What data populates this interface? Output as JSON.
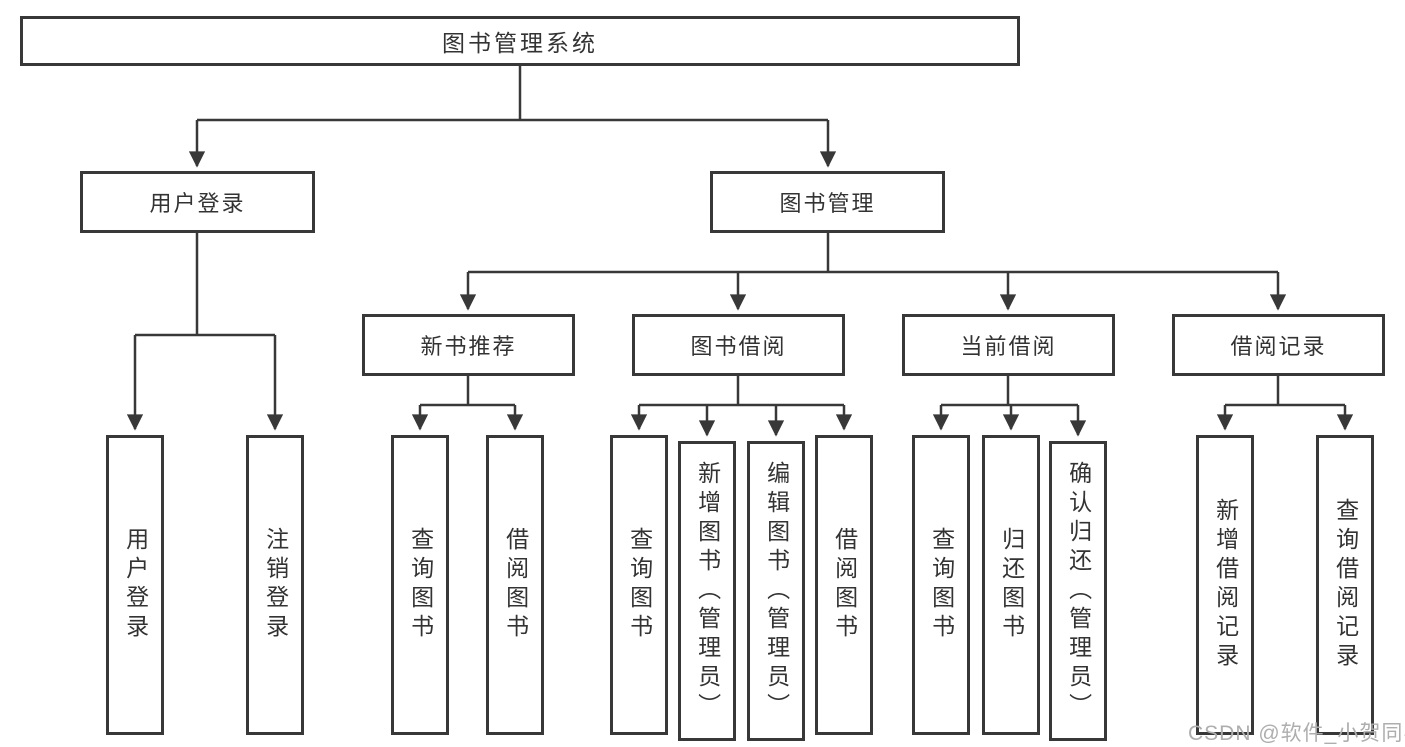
{
  "diagram": {
    "root": {
      "label": "图书管理系统"
    },
    "branches": [
      {
        "label": "用户登录",
        "children": [
          {
            "label": "用户登录"
          },
          {
            "label": "注销登录"
          }
        ]
      },
      {
        "label": "图书管理",
        "children": [
          {
            "label": "新书推荐",
            "children": [
              {
                "label": "查询图书"
              },
              {
                "label": "借阅图书"
              }
            ]
          },
          {
            "label": "图书借阅",
            "children": [
              {
                "label": "查询图书"
              },
              {
                "label": "新增图书（管理员）"
              },
              {
                "label": "编辑图书（管理员）"
              },
              {
                "label": "借阅图书"
              }
            ]
          },
          {
            "label": "当前借阅",
            "children": [
              {
                "label": "查询图书"
              },
              {
                "label": "归还图书"
              },
              {
                "label": "确认归还（管理员）"
              }
            ]
          },
          {
            "label": "借阅记录",
            "children": [
              {
                "label": "新增借阅记录"
              },
              {
                "label": "查询借阅记录"
              }
            ]
          }
        ]
      }
    ]
  },
  "watermark": {
    "text": "CSDN @软件_小贺同学"
  },
  "colors": {
    "line": "#383838",
    "text": "#333333",
    "background": "#ffffff",
    "watermark": "#aeaeae"
  }
}
